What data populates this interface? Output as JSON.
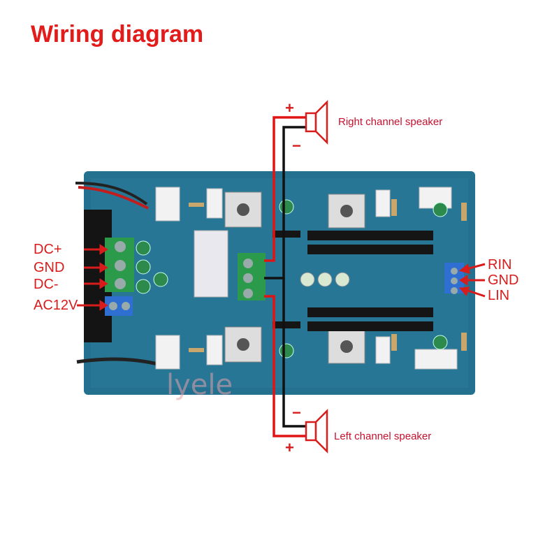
{
  "title": "Wiring diagram",
  "left_terminals": {
    "dc_plus": "DC+",
    "gnd": "GND",
    "dc_minus": "DC-",
    "ac12v": "AC12V"
  },
  "right_terminals": {
    "rin": "RIN",
    "gnd": "GND",
    "lin": "LIN"
  },
  "speakers": {
    "right": "Right channel speaker",
    "left": "Left channel speaker",
    "plus": "+",
    "minus": "−"
  },
  "watermark": "lyele",
  "colors": {
    "accent": "#e21b1b",
    "pcb": "#1f6f8f",
    "wire_red": "#e01414",
    "wire_black": "#111111"
  }
}
